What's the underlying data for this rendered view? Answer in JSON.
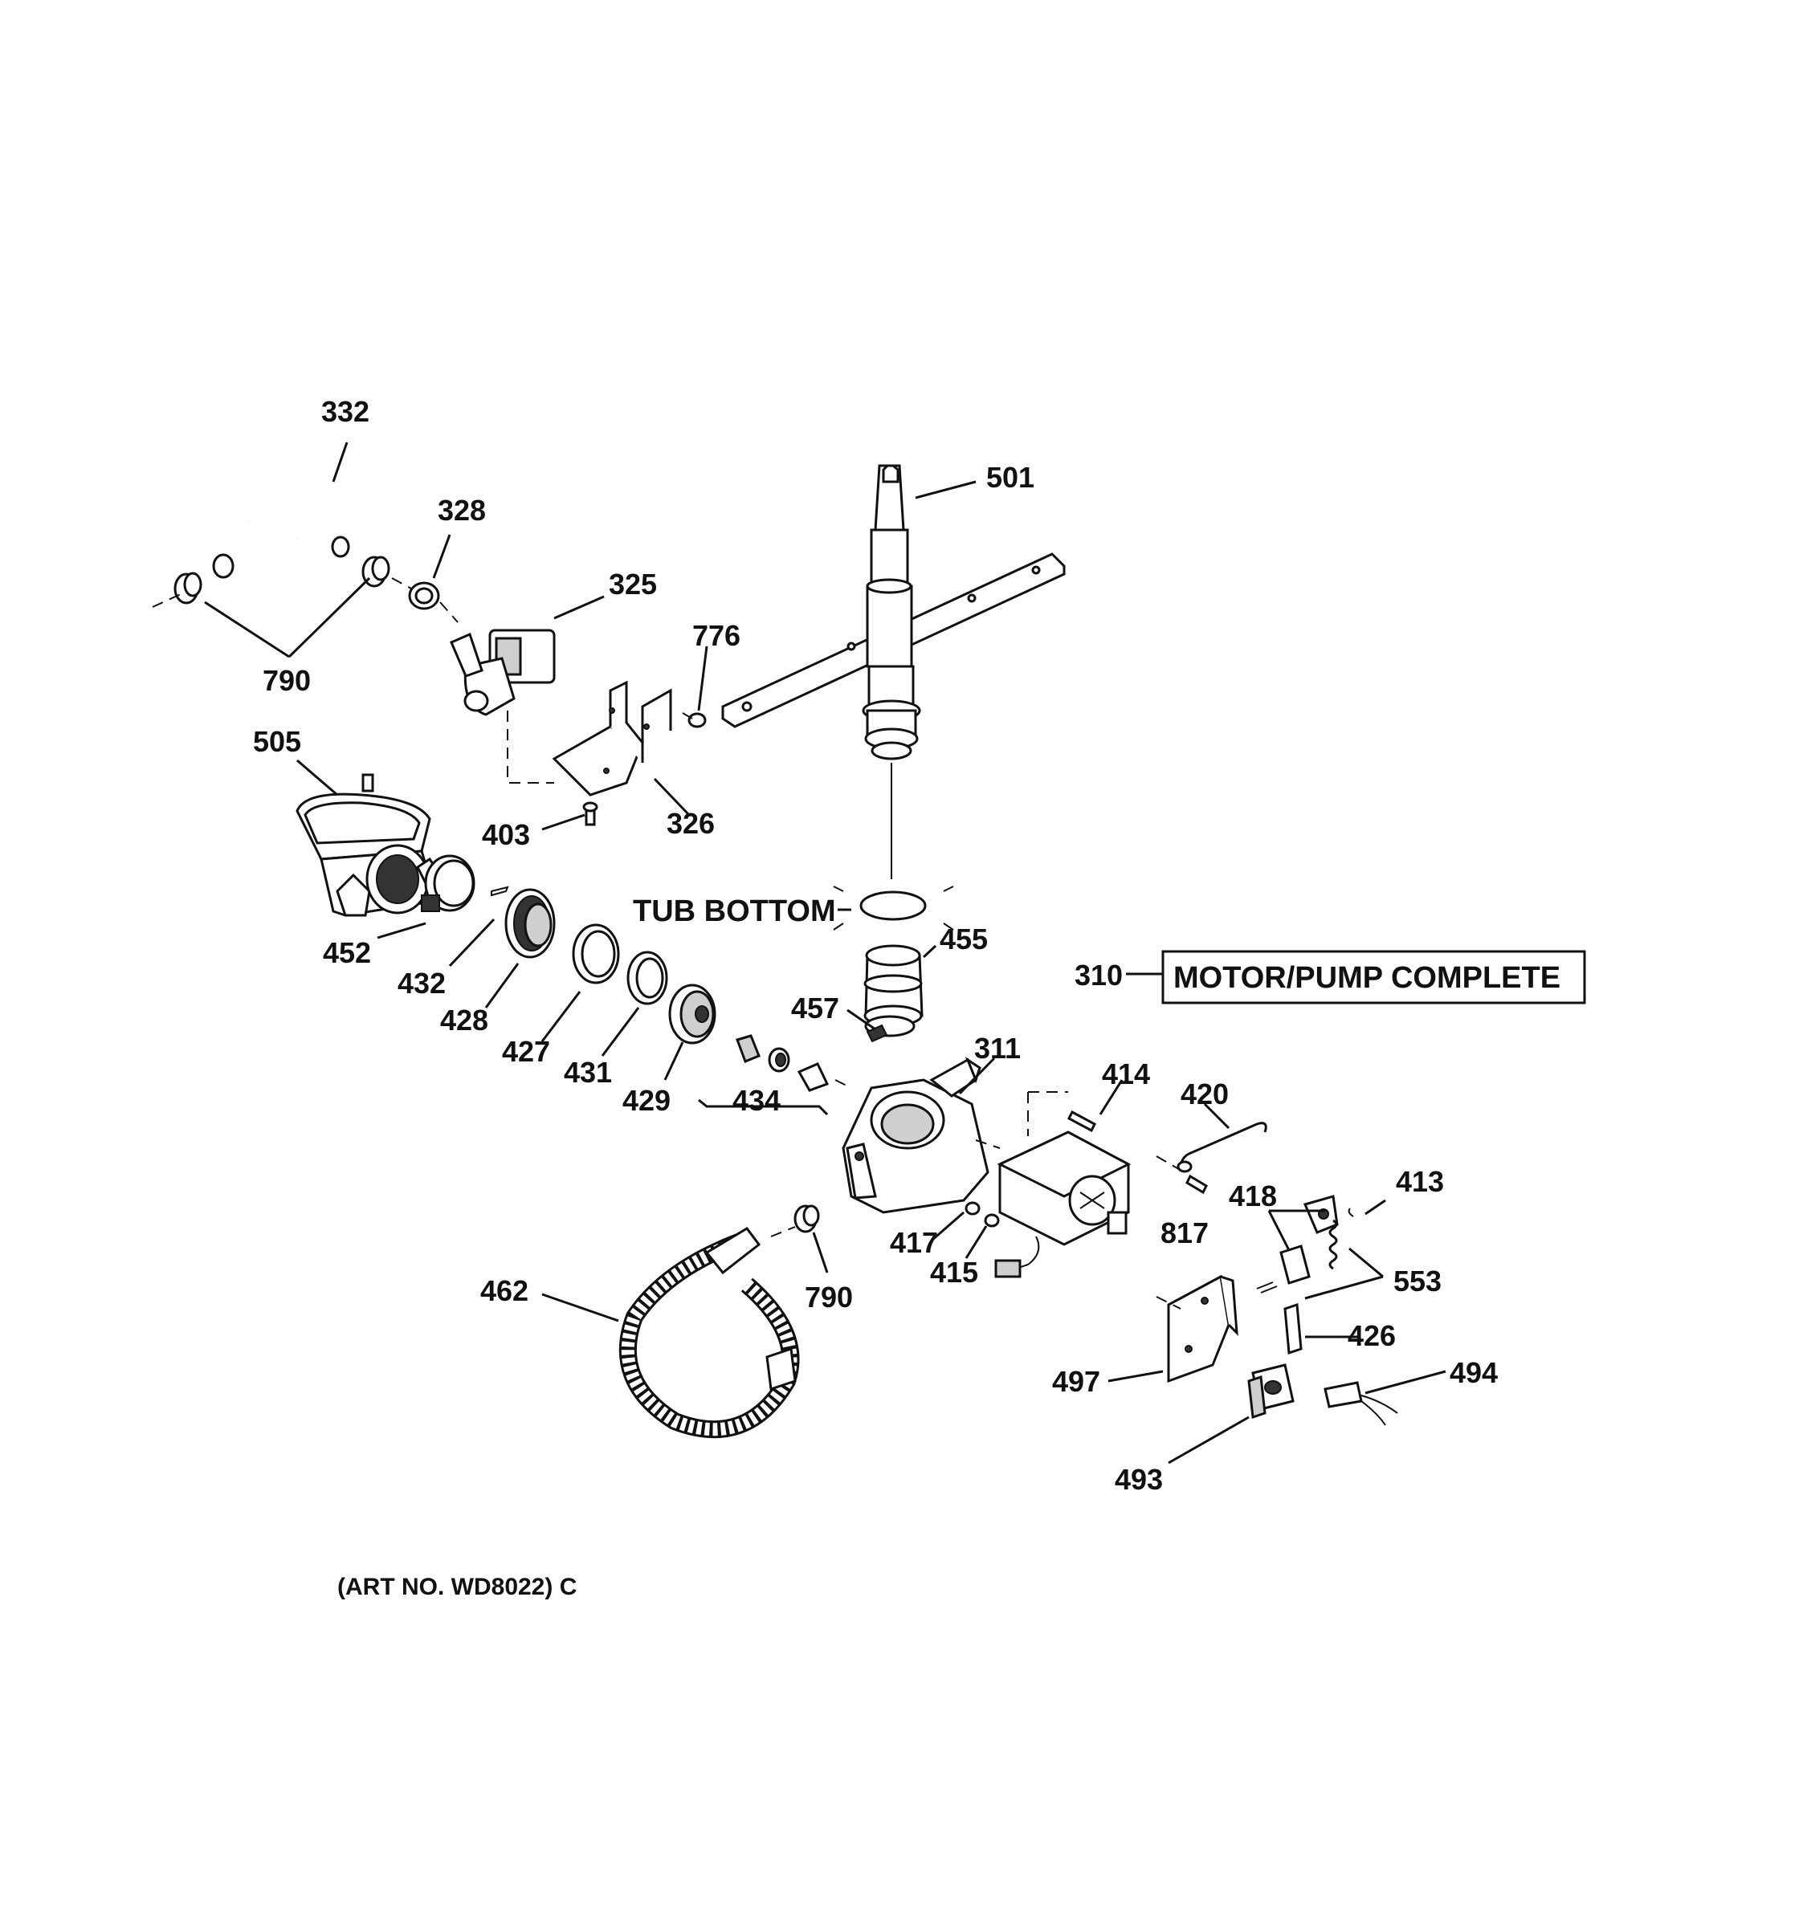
{
  "labels": {
    "p332": "332",
    "p328": "328",
    "p325": "325",
    "p790a": "790",
    "p776": "776",
    "p501": "501",
    "p505": "505",
    "p403": "403",
    "p326": "326",
    "tub_bottom": "TUB BOTTOM",
    "p455": "455",
    "p452": "452",
    "p432": "432",
    "p428": "428",
    "p427": "427",
    "p431": "431",
    "p429": "429",
    "p434": "434",
    "p457": "457",
    "p311": "311",
    "p310": "310",
    "motor_pump_complete": "MOTOR/PUMP COMPLETE",
    "p414": "414",
    "p420": "420",
    "p413": "413",
    "p418": "418",
    "p817": "817",
    "p553": "553",
    "p417": "417",
    "p415": "415",
    "p462": "462",
    "p790b": "790",
    "p426": "426",
    "p494": "494",
    "p497": "497",
    "p493": "493",
    "art_no": "(ART NO. WD8022) C"
  },
  "colors": {
    "line": "#111111",
    "background": "#ffffff"
  }
}
